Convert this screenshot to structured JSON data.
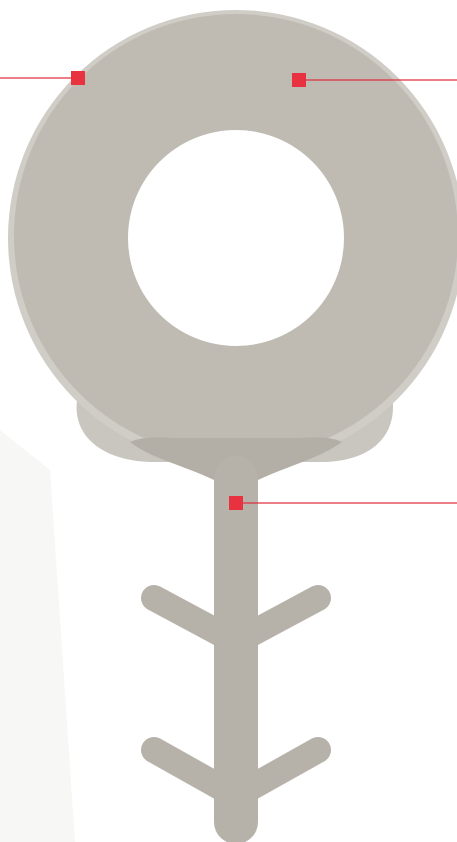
{
  "diagram": {
    "type": "ostomy-appliance-illustration",
    "colors": {
      "background": "#ffffff",
      "wafer_outer": "#cfcdc6",
      "wafer_face": "#bfbbb3",
      "wafer_lower_flange": "#c9c6bf",
      "stem": "#b6b2a9",
      "stem_shadow": "#aca79e",
      "stoma_opening": "#ffffff",
      "callout_line": "#e03040",
      "callout_marker": "#e8323f"
    },
    "callouts": [
      {
        "id": "upper-left",
        "label": ""
      },
      {
        "id": "upper-right",
        "label": ""
      },
      {
        "id": "stem",
        "label": ""
      }
    ]
  }
}
